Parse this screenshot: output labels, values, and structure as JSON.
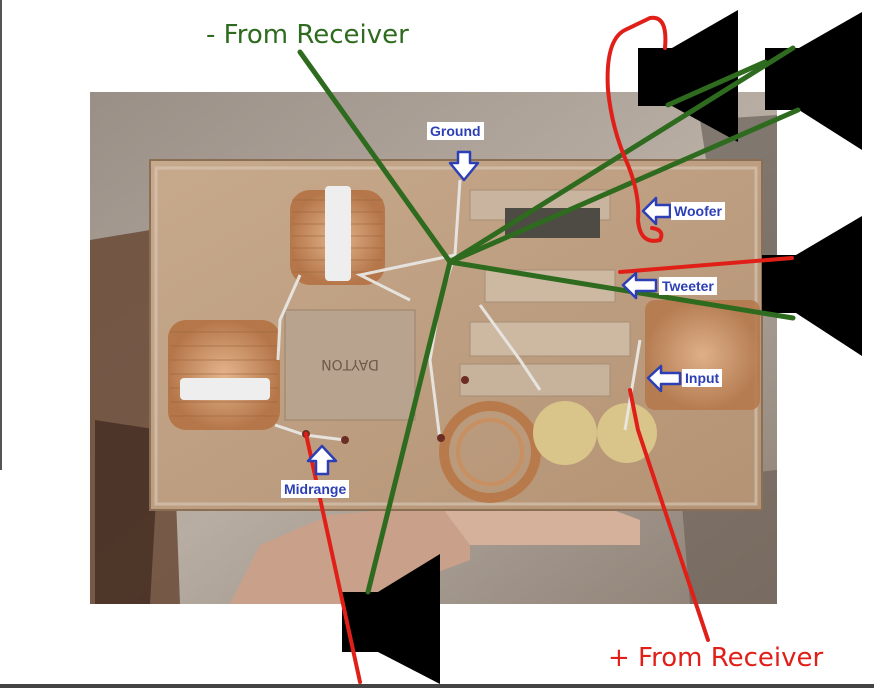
{
  "annotations": {
    "minus_from_receiver": "- From Receiver",
    "plus_from_receiver": "+ From Receiver"
  },
  "labels": {
    "ground": "Ground",
    "woofer": "Woofer",
    "tweeter": "Tweeter",
    "input": "Input",
    "midrange": "Midrange"
  },
  "board_print": {
    "brand": "DAYTON"
  },
  "colors": {
    "ground_wire": "#2e6b1f",
    "positive_wire": "#e02018",
    "label_text": "#2d3fb5",
    "speaker": "#000000"
  }
}
